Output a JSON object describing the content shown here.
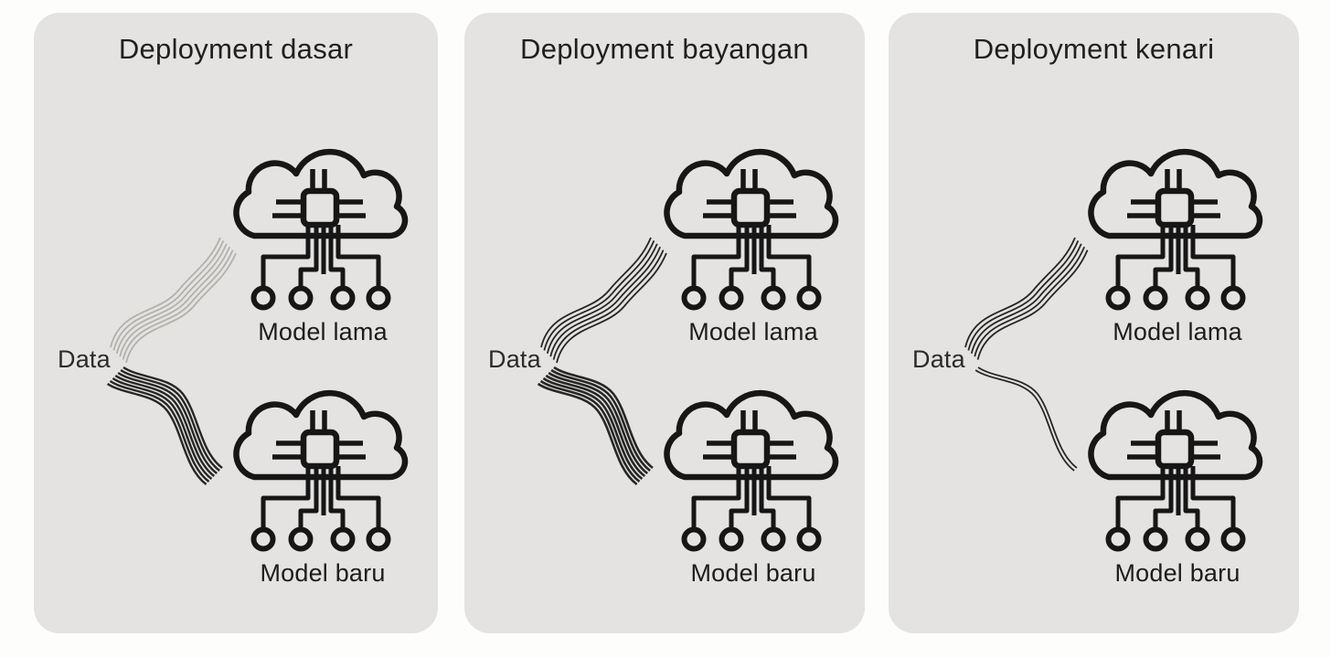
{
  "page": {
    "background": "#fdfdfb",
    "panel_background": "#e4e3e1",
    "ink_color": "#1c1c1c",
    "muted_line_color": "#b2b0ad"
  },
  "icons": {
    "model_icon": "cloud-ai-chip-icon"
  },
  "panels": [
    {
      "id": "basic",
      "title": "Deployment dasar",
      "data_label": "Data",
      "models": {
        "top": {
          "label": "Model lama"
        },
        "bottom": {
          "label": "Model baru"
        }
      },
      "flows": {
        "to_top_model": {
          "line_count": 6,
          "color": "#b2b0ad",
          "stroke_width": 1.8
        },
        "to_bottom_model": {
          "line_count": 7,
          "color": "#262626",
          "stroke_width": 2.4
        }
      }
    },
    {
      "id": "shadow",
      "title": "Deployment bayangan",
      "data_label": "Data",
      "models": {
        "top": {
          "label": "Model lama"
        },
        "bottom": {
          "label": "Model baru"
        }
      },
      "flows": {
        "to_top_model": {
          "line_count": 6,
          "color": "#262626",
          "stroke_width": 1.8
        },
        "to_bottom_model": {
          "line_count": 7,
          "color": "#262626",
          "stroke_width": 2.6
        }
      }
    },
    {
      "id": "canary",
      "title": "Deployment kenari",
      "data_label": "Data",
      "models": {
        "top": {
          "label": "Model lama"
        },
        "bottom": {
          "label": "Model baru"
        }
      },
      "flows": {
        "to_top_model": {
          "line_count": 5,
          "color": "#262626",
          "stroke_width": 1.8
        },
        "to_bottom_model": {
          "line_count": 2,
          "color": "#262626",
          "stroke_width": 1.8
        }
      }
    }
  ]
}
